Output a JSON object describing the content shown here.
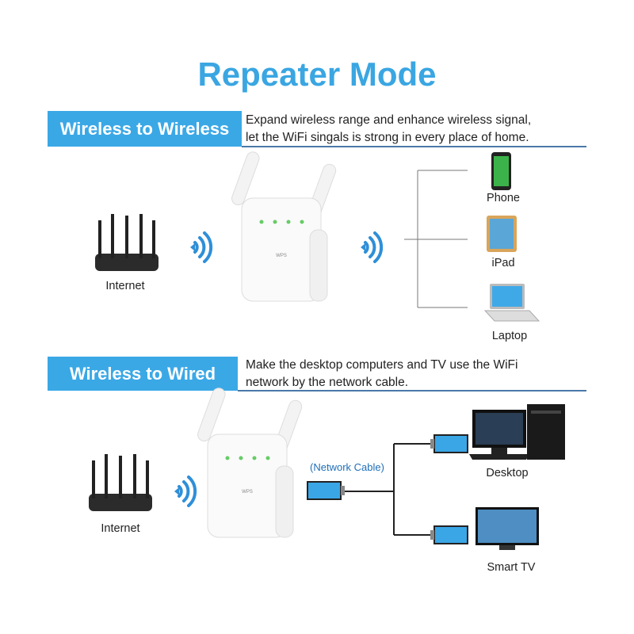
{
  "title": "Repeater Mode",
  "section1": {
    "banner": "Wireless to Wireless",
    "desc_line1": "Expand wireless range and enhance wireless signal,",
    "desc_line2": "let the WiFi singals is strong in every place of home.",
    "source_label": "Internet",
    "devices": [
      "Phone",
      "iPad",
      "Laptop"
    ]
  },
  "section2": {
    "banner": "Wireless to Wired",
    "desc_line1": "Make the desktop computers and TV use the WiFi",
    "desc_line2": "network by the network cable.",
    "source_label": "Internet",
    "cable_label": "(Network Cable)",
    "devices": [
      "Desktop",
      "Smart TV"
    ]
  },
  "repeater_button_text": "WPS",
  "colors": {
    "accent": "#3ba8e6",
    "wifi": "#2f8fd8",
    "rule": "#4a78a8"
  }
}
